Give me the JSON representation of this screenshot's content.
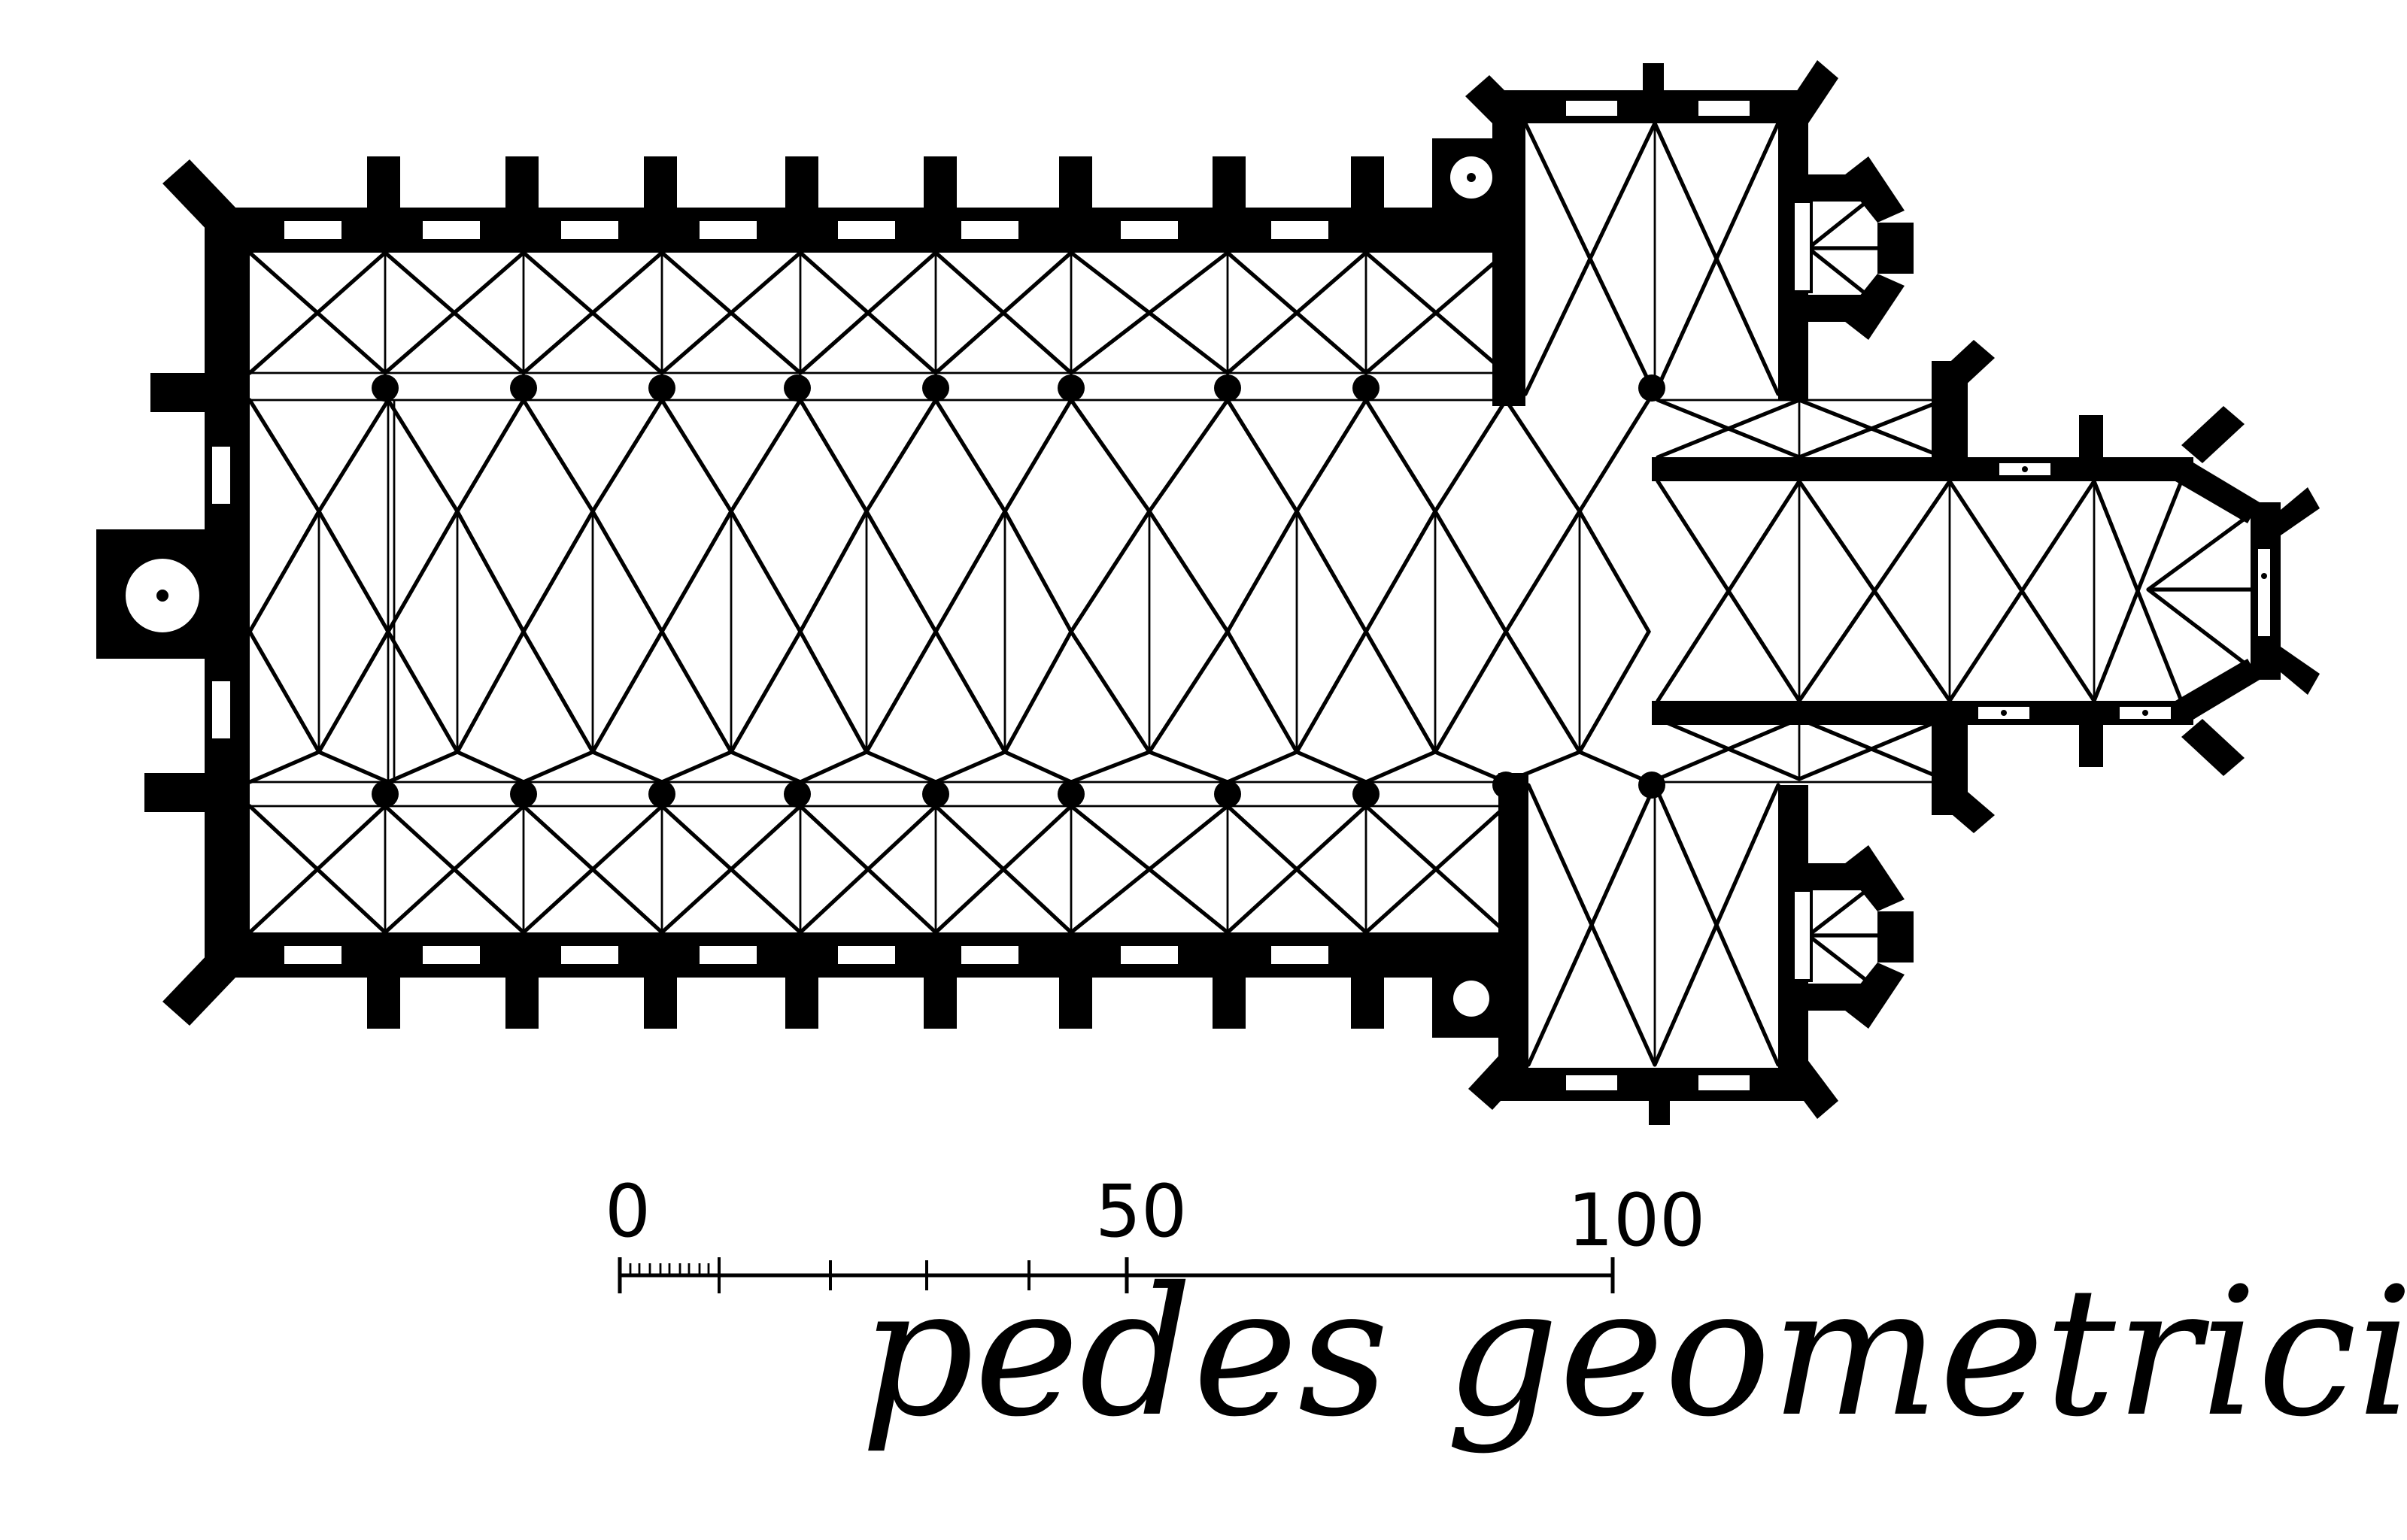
{
  "scale": {
    "labels": [
      "0",
      "50",
      "100"
    ],
    "unit_caption": "pedes geometrici"
  }
}
